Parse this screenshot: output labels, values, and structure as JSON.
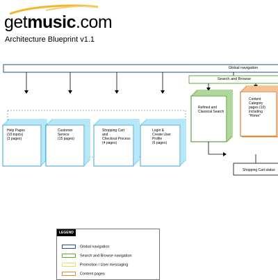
{
  "header": {
    "logo_get": "get",
    "logo_music": "music",
    "logo_dotcom": ".com",
    "subtitle": "Architecture Blueprint v1.1"
  },
  "bars": {
    "global_navigation": "Global navigation",
    "search_and_browse": "Search and Browse"
  },
  "boxes": {
    "help_pages": [
      "Help Pages",
      "(10 topics)",
      "(3 pages)"
    ],
    "customer_service": [
      "Customer",
      "Service",
      "(15 pages)"
    ],
    "shopping_cart": [
      "Shopping Cart",
      "and",
      "Checkout Process",
      "(4 pages)"
    ],
    "login": [
      "Login &",
      "Create User",
      "Profile",
      "(6 pages)"
    ],
    "refined_search": [
      "Refined and",
      "Classical Search"
    ],
    "content_category": [
      "Content",
      "Category",
      "pages (10)",
      "including",
      "\"Home\""
    ],
    "shopping_cart_status": "Shopping Cart status"
  },
  "legend": {
    "title": "LEGEND",
    "items": [
      {
        "label": "Global navigation",
        "color": "#1f4e8c"
      },
      {
        "label": "Search and Browse navigation",
        "color": "#5cb02c"
      },
      {
        "label": "Promotion / User messaging",
        "color": "#e8e26a"
      },
      {
        "label": "Content pages",
        "color": "#e8892b"
      }
    ]
  },
  "colors": {
    "navy": "#1f4e8c",
    "green": "#5cb02c",
    "cyan": "#6fd0ef",
    "orange": "#e8892b",
    "yellow": "#e8e26a"
  }
}
